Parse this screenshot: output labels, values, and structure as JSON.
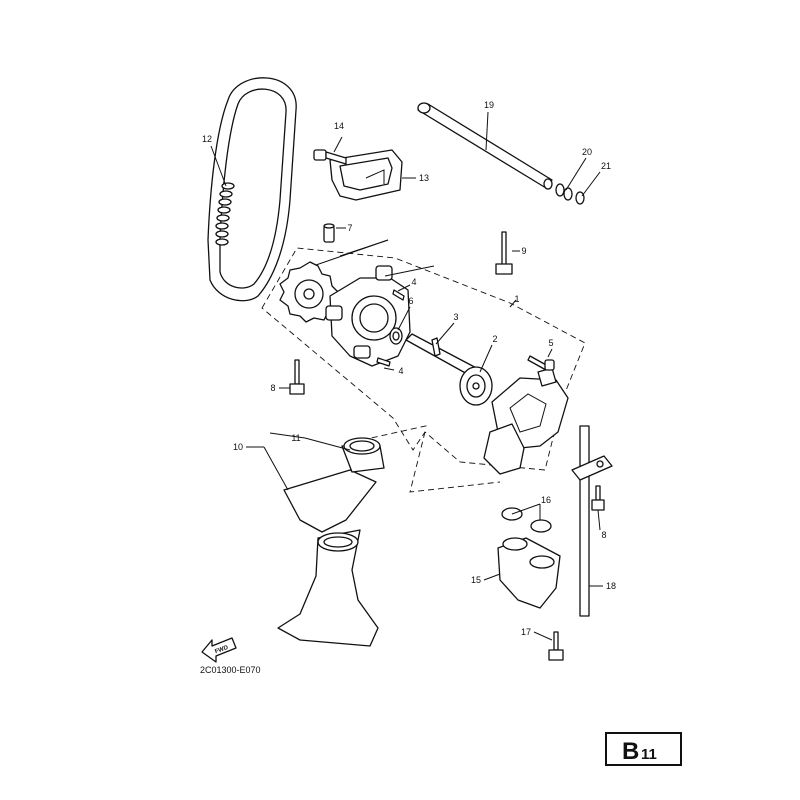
{
  "diagram": {
    "callouts": [
      {
        "id": "c1",
        "text": "1"
      },
      {
        "id": "c2",
        "text": "2"
      },
      {
        "id": "c3",
        "text": "3"
      },
      {
        "id": "c4a",
        "text": "4"
      },
      {
        "id": "c4b",
        "text": "4"
      },
      {
        "id": "c5",
        "text": "5"
      },
      {
        "id": "c6",
        "text": "6"
      },
      {
        "id": "c7",
        "text": "7"
      },
      {
        "id": "c8a",
        "text": "8"
      },
      {
        "id": "c8b",
        "text": "8"
      },
      {
        "id": "c9",
        "text": "9"
      },
      {
        "id": "c10",
        "text": "10"
      },
      {
        "id": "c11",
        "text": "11"
      },
      {
        "id": "c12",
        "text": "12"
      },
      {
        "id": "c13",
        "text": "13"
      },
      {
        "id": "c14",
        "text": "14"
      },
      {
        "id": "c15",
        "text": "15"
      },
      {
        "id": "c16",
        "text": "16"
      },
      {
        "id": "c17",
        "text": "17"
      },
      {
        "id": "c18",
        "text": "18"
      },
      {
        "id": "c19",
        "text": "19"
      },
      {
        "id": "c20",
        "text": "20"
      },
      {
        "id": "c21",
        "text": "21"
      }
    ],
    "fwd_label": "FWD",
    "drawing_code": "2C01300-E070",
    "page_ref": {
      "letter": "B",
      "number": "11"
    }
  }
}
